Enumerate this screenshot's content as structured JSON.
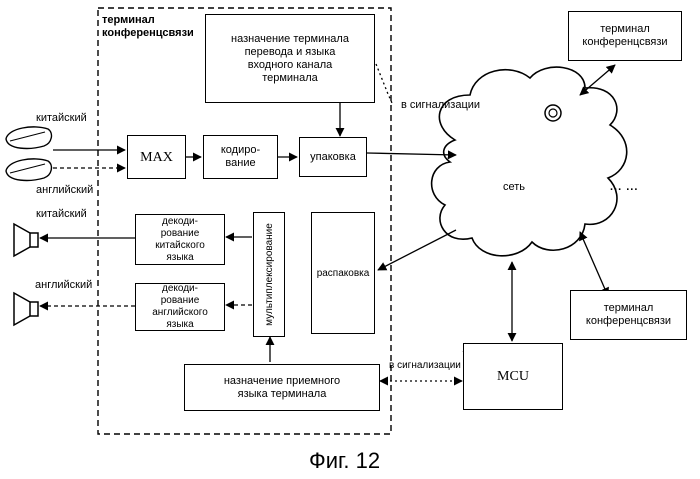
{
  "terminal_frame_label": "терминал\nконференцсвязи",
  "blocks": {
    "assign_top": "назначение терминала\nперевода и языка\nвходного канала\nтерминала",
    "mux": "MAX",
    "coding": "кодиро-\nвание",
    "packing": "упаковка",
    "decode_cn": "декоди-\nрование\nкитайского\nязыка",
    "decode_en": "декоди-\nрование\nанглийского\nязыка",
    "demux": "мультиплексирование",
    "unpacking": "распаковка",
    "assign_bottom": "назначение приемного\nязыка терминала",
    "mcu": "MCU",
    "net": "сеть",
    "term_top": "терминал\nконференцсвязи",
    "term_bottom": "терминал\nконференцсвязи"
  },
  "labels": {
    "mic_cn": "китайский",
    "mic_en": "английский",
    "spk_cn": "китайский",
    "spk_en": "английский",
    "signaling_top": "в сигнализации",
    "signaling_bottom": "в сигнализации",
    "dots": "... ..."
  },
  "caption": "Фиг. 12"
}
